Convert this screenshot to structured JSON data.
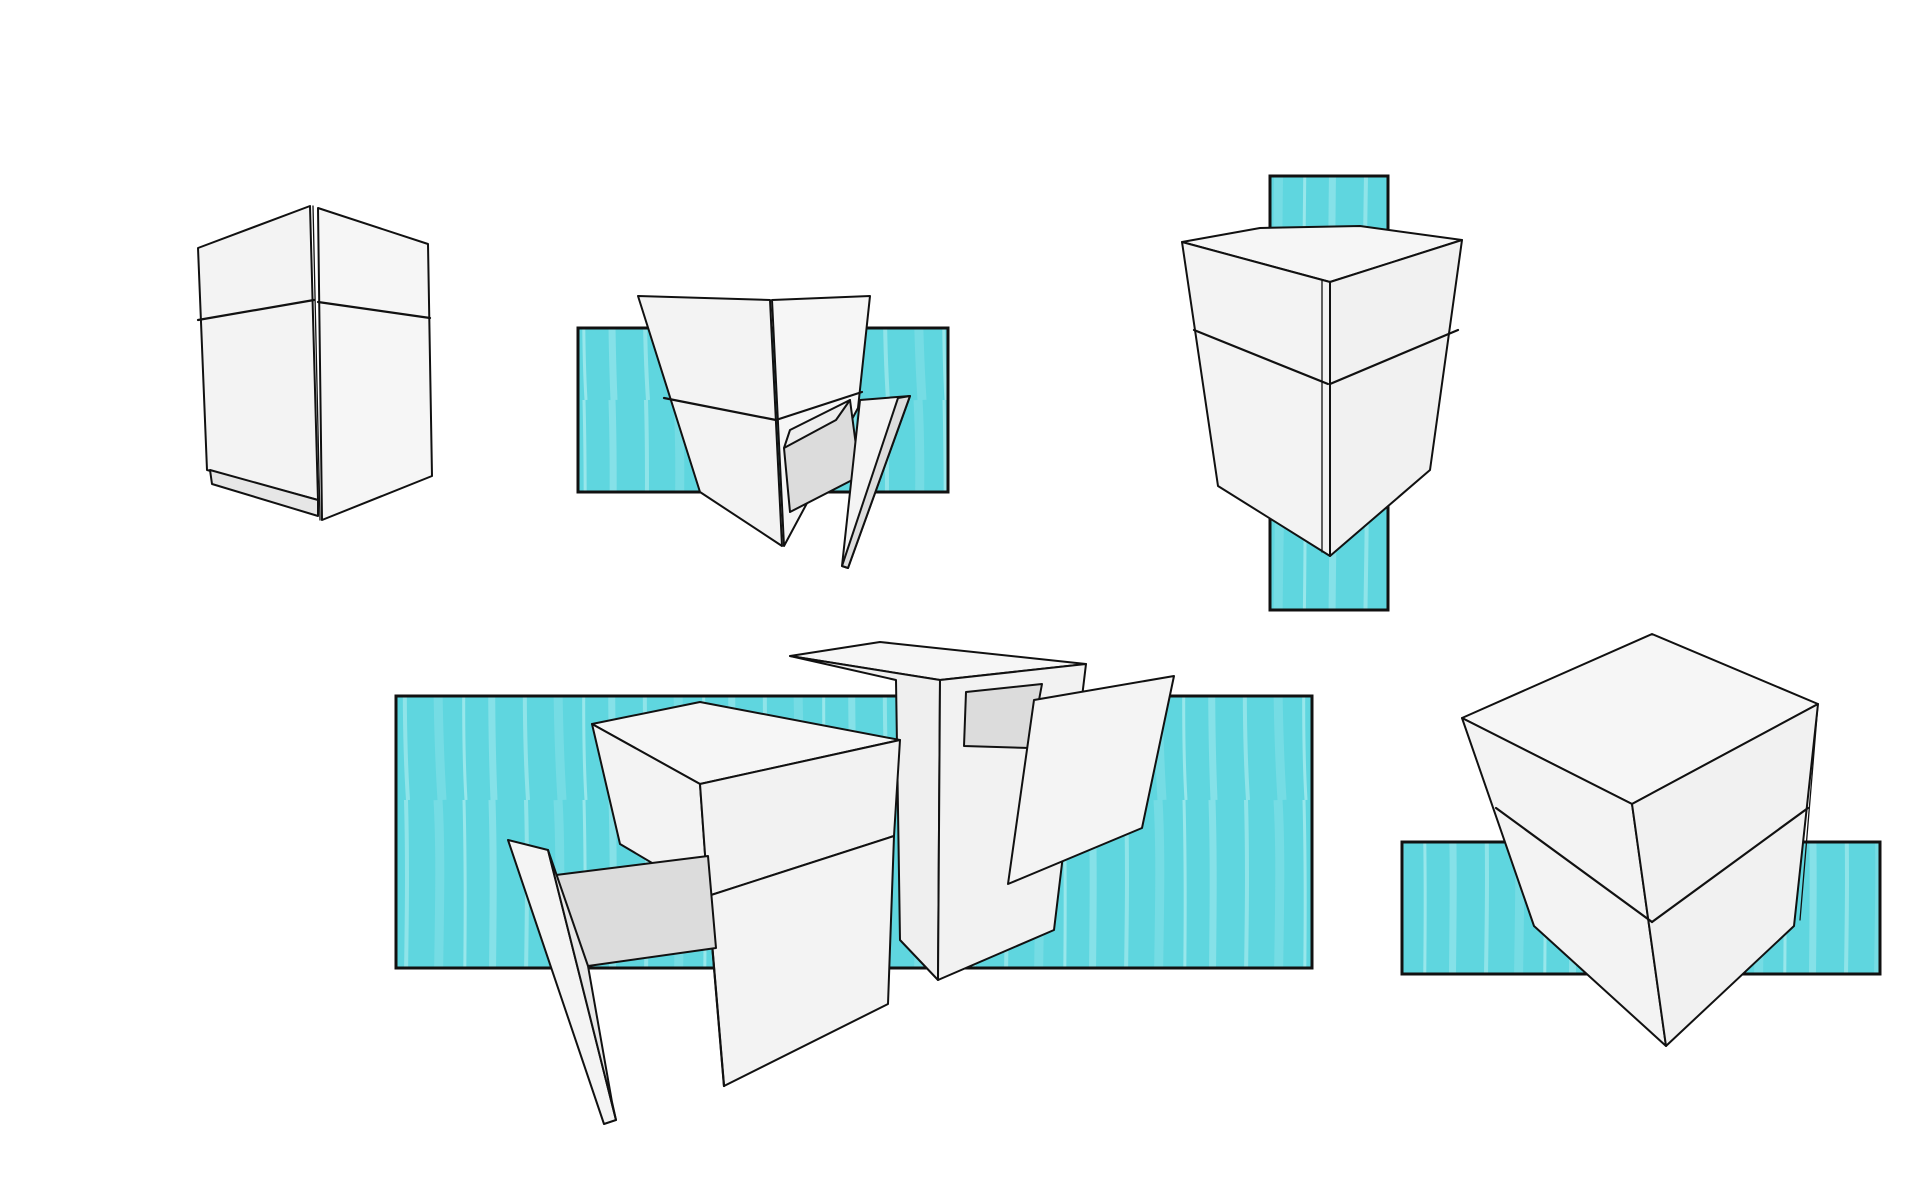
{
  "colors": {
    "background": "#ffffff",
    "accent_panel": "#5fd6df",
    "accent_streak": "#9ae8ee",
    "face_light": "#f3f3f3",
    "face_mid": "#eaeaea",
    "face_shadow": "#dcdcdc",
    "ink": "#111111"
  },
  "sketches": [
    {
      "name": "cabinet-closed-eye-level",
      "has_backdrop": false,
      "open_drawers": 0
    },
    {
      "name": "cabinet-open-drawer-high-view",
      "has_backdrop": true,
      "open_drawers": 1
    },
    {
      "name": "cabinet-closed-low-view",
      "has_backdrop": true,
      "open_drawers": 0
    },
    {
      "name": "cabinets-exploded-open-drawers",
      "has_backdrop": true,
      "open_drawers": 2
    },
    {
      "name": "cabinet-closed-top-view",
      "has_backdrop": true,
      "open_drawers": 0
    }
  ]
}
